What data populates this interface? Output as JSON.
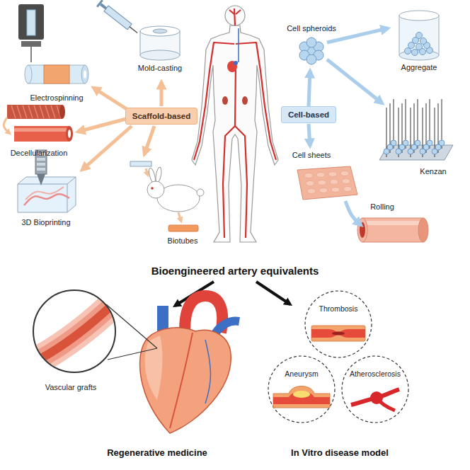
{
  "diagram": {
    "title": "Bioengineered artery equivalents",
    "nodes": [
      {
        "text": [
          "Scaffold-based"
        ]
      },
      {
        "text": [
          "Cell-based"
        ]
      },
      {
        "text": [
          "Thrombosis"
        ]
      },
      {
        "text": [
          "Aneurysm"
        ]
      },
      {
        "text": [
          "Atherosclerosis"
        ]
      }
    ],
    "labels": [
      "Mold-casting",
      "Electrospinning",
      "Decellularization",
      "3D Bioprinting",
      "Biotubes",
      "Cell spheroids",
      "Aggregate",
      "Kenzan",
      "Cell sheets",
      "Rolling",
      "Vascular grafts",
      "Regenerative medicine",
      "In Vitro disease model"
    ]
  }
}
